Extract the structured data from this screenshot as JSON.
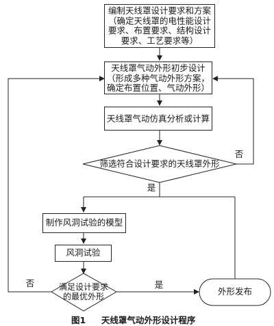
{
  "flowchart": {
    "box_requirements": "编制天线罩设计要求和方案\n（确定天线罩的电性能设计\n要求、布置要求、结构设计\n要求、工艺要求等）",
    "box_initial_design": "天线罩气动外形初步设计\n（形成多种气动外形方案，\n确定布置位置、气动外形）",
    "box_simulation": "天线罩气动仿真分析或计算",
    "decision_screen": "筛选符合设计要求的天线罩外形",
    "box_model": "制作风洞试验的模型",
    "box_wind_tunnel": "风洞试验",
    "decision_optimal": "满足设计要求\n的最优外形",
    "terminal_release": "外形发布",
    "label_no_1": "否",
    "label_yes_1": "是",
    "label_no_2": "否",
    "label_yes_2": "是"
  },
  "caption": {
    "figure_number": "图1",
    "figure_title": "天线罩气动外形设计程序"
  }
}
